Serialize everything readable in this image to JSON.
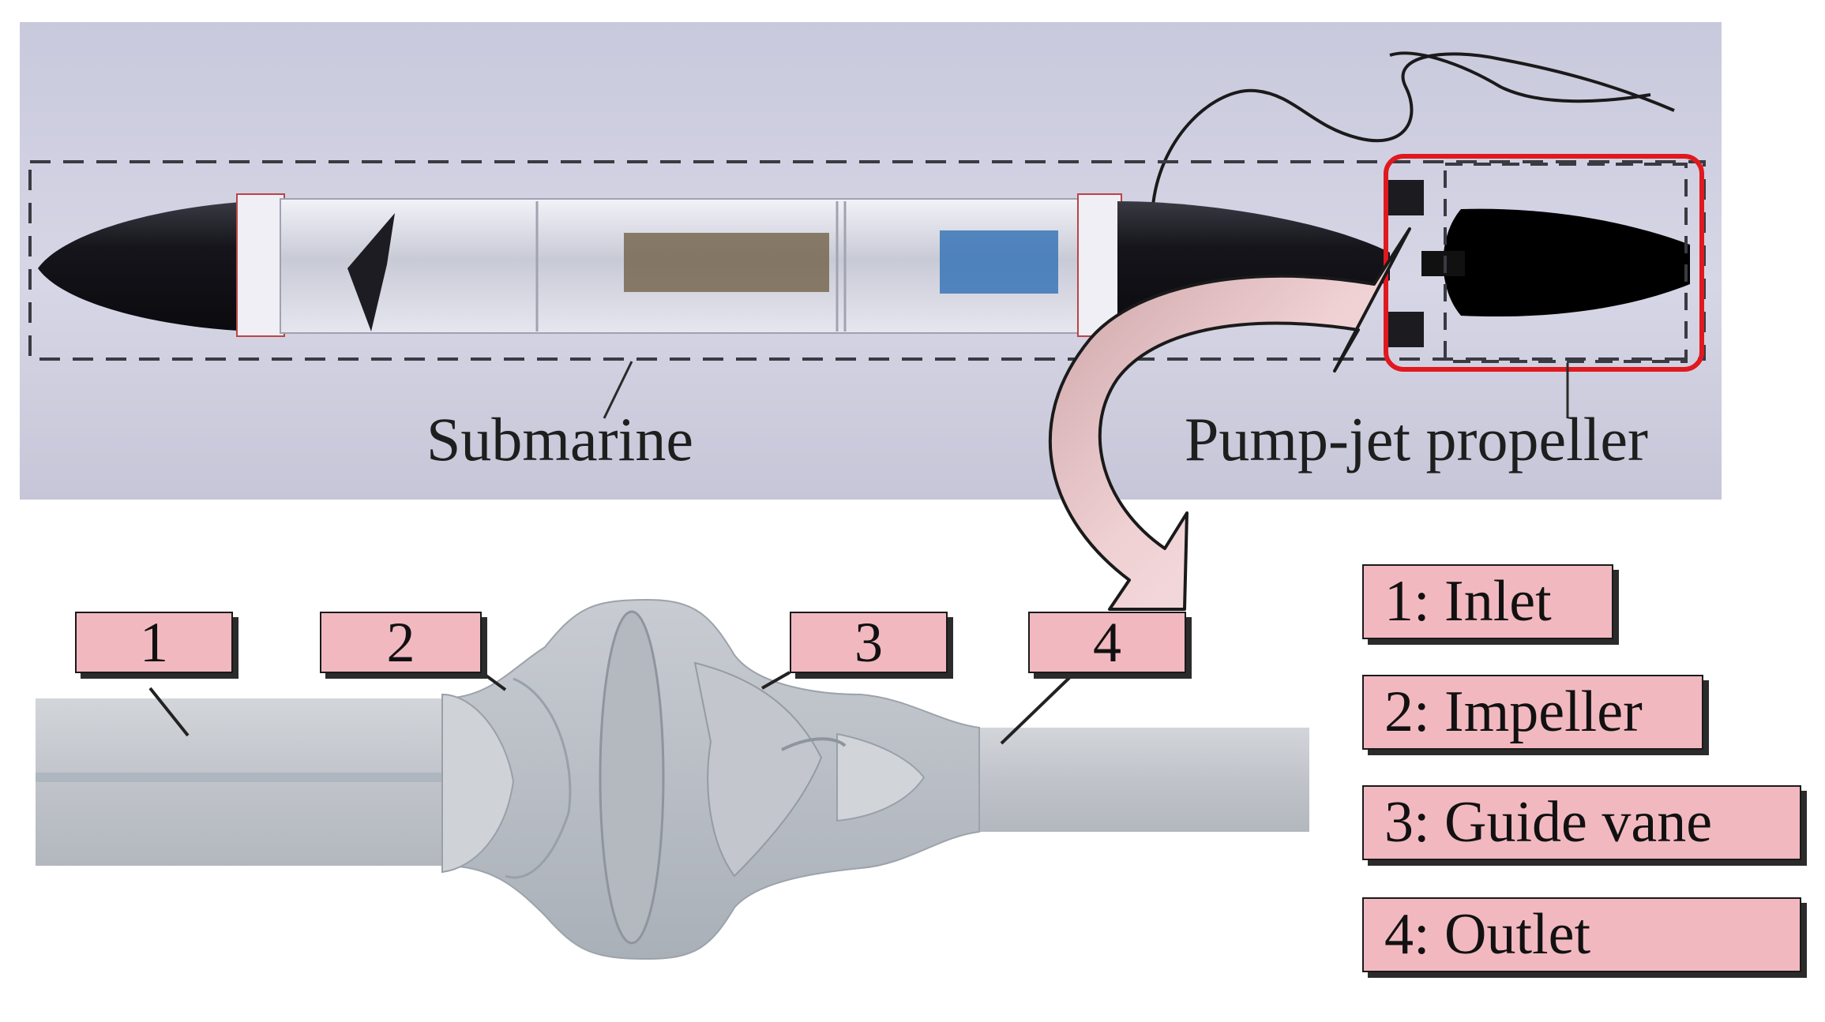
{
  "labels": {
    "submarine": "Submarine",
    "pump_jet": "Pump-jet propeller"
  },
  "tags": [
    "1",
    "2",
    "3",
    "4"
  ],
  "legend": [
    "1: Inlet",
    "2: Impeller",
    "3: Guide vane",
    "4: Outlet"
  ],
  "colors": {
    "tag_fill": "#f2b8c0",
    "highlight_box": "#e0191f",
    "arrow_fill": "#d9b2b4",
    "arrow_fill_light": "#f7dfe1",
    "model_gray": "#c9ccd1",
    "photo_background": "#cfcfe1"
  }
}
